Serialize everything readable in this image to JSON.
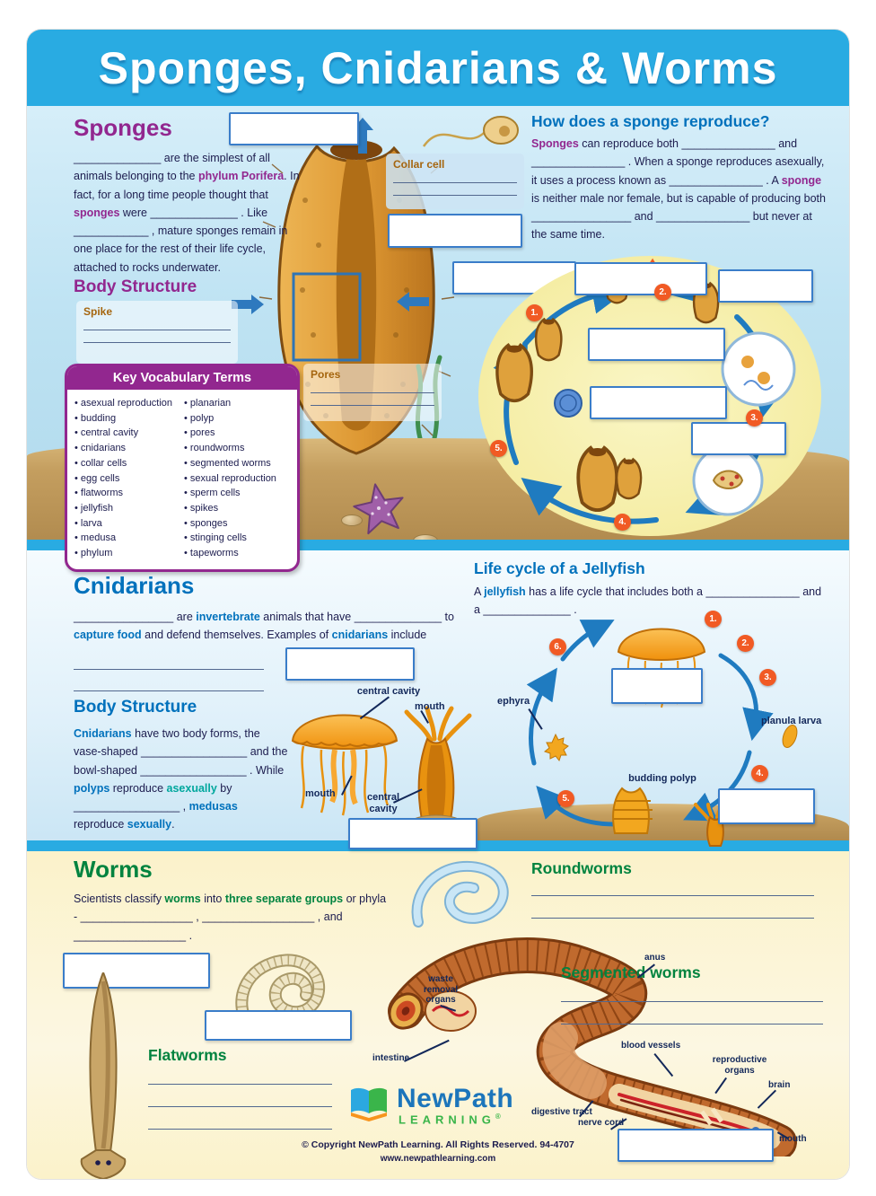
{
  "header": {
    "title": "Sponges, Cnidarians & Worms"
  },
  "sponges": {
    "heading": "Sponges",
    "intro": [
      {
        "t": "______________ are the simplest of all animals belonging to the "
      },
      {
        "t": "phylum Porifera",
        "c": "b purple"
      },
      {
        "t": ".  In fact, for a long time people thought that "
      },
      {
        "t": "sponges",
        "c": "b purple"
      },
      {
        "t": " were ______________ .  Like ____________ , mature sponges remain in one place for the rest of their life cycle, attached to rocks underwater."
      }
    ],
    "body_structure_heading": "Body Structure",
    "spike_label": "Spike",
    "pores_label": "Pores",
    "collar_cell_label": "Collar cell"
  },
  "vocab": {
    "heading": "Key Vocabulary Terms",
    "col1": [
      "asexual reproduction",
      "budding",
      "central cavity",
      "cnidarians",
      "collar cells",
      "egg cells",
      "flatworms",
      "jellyfish",
      "larva",
      "medusa",
      "phylum"
    ],
    "col2": [
      "planarian",
      "polyp",
      "pores",
      "roundworms",
      "segmented worms",
      "sexual reproduction",
      "sperm cells",
      "spikes",
      "sponges",
      "stinging cells",
      "tapeworms"
    ]
  },
  "reproduce": {
    "heading": "How does a sponge reproduce?",
    "text": [
      {
        "t": "Sponges",
        "c": "b purple"
      },
      {
        "t": " can reproduce both _______________ and _______________ .  When a sponge reproduces asexually, it uses a process known as _______________ .  A "
      },
      {
        "t": "sponge",
        "c": "b purple"
      },
      {
        "t": " is neither male nor female, but is capable of producing both ________________ and _______________ but never at the same time."
      }
    ],
    "steps": [
      "1.",
      "2.",
      "3.",
      "4.",
      "5."
    ]
  },
  "cnidarians": {
    "heading": "Cnidarians",
    "intro": [
      {
        "t": "________________ are "
      },
      {
        "t": "invertebrate",
        "c": "b blue"
      },
      {
        "t": " animals that have ______________ to "
      },
      {
        "t": "capture food",
        "c": "b blue"
      },
      {
        "t": " and defend themselves.  Examples of "
      },
      {
        "t": "cnidarians",
        "c": "b blue"
      },
      {
        "t": " include"
      }
    ],
    "body_structure_heading": "Body Structure",
    "body_text": [
      {
        "t": "Cnidarians",
        "c": "b blue"
      },
      {
        "t": " have two body forms, the vase-shaped _________________ and the bowl-shaped _________________ .  While "
      },
      {
        "t": "polyps",
        "c": "b blue"
      },
      {
        "t": " reproduce "
      },
      {
        "t": "asexually",
        "c": "b teal"
      },
      {
        "t": " by _________________ , "
      },
      {
        "t": "medusas",
        "c": "b blue"
      },
      {
        "t": " reproduce "
      },
      {
        "t": "sexually",
        "c": "b blue"
      },
      {
        "t": "."
      }
    ],
    "labels": {
      "central_cavity": "central cavity",
      "mouth": "mouth"
    }
  },
  "jellyfish_cycle": {
    "heading": "Life cycle of a Jellyfish",
    "intro": [
      {
        "t": "A "
      },
      {
        "t": "jellyfish",
        "c": "b blue"
      },
      {
        "t": " has a life cycle that includes both a _______________ and a ______________ ."
      }
    ],
    "labels": {
      "ephyra": "ephyra",
      "planula_larva": "planula larva",
      "budding_polyp": "budding polyp"
    },
    "steps": [
      "1.",
      "2.",
      "3.",
      "4.",
      "5.",
      "6."
    ]
  },
  "worms": {
    "heading": "Worms",
    "intro": [
      {
        "t": "Scientists classify "
      },
      {
        "t": "worms",
        "c": "b green"
      },
      {
        "t": " into "
      },
      {
        "t": "three separate groups",
        "c": "b green"
      },
      {
        "t": " or phyla - __________________ , __________________ , and __________________ ."
      }
    ],
    "roundworms_heading": "Roundworms",
    "flatworms_heading": "Flatworms",
    "segmented_heading": "Segmented worms",
    "labels": {
      "waste": "waste removal organs",
      "intestine": "intestine",
      "anus": "anus",
      "blood_vessels": "blood vessels",
      "reproductive": "reproductive organs",
      "brain": "brain",
      "digestive_tract": "digestive tract",
      "nerve_cord": "nerve cord",
      "mouth": "mouth"
    }
  },
  "footer": {
    "brand_top": "NewPath",
    "brand_bottom": "LEARNING",
    "reg": "®",
    "copyright": "© Copyright NewPath Learning. All Rights Reserved. 94-4707",
    "website": "www.newpathlearning.com"
  }
}
